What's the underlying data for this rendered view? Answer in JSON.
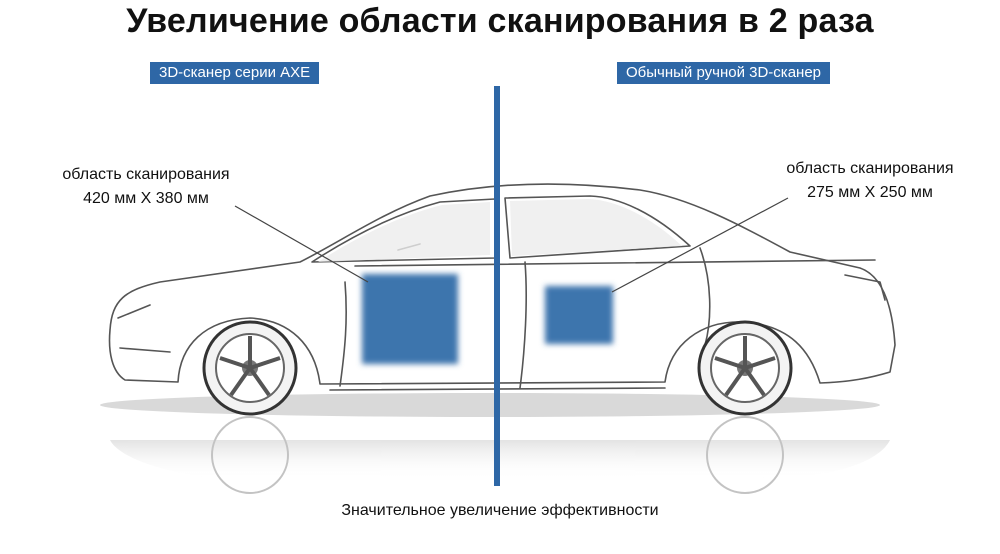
{
  "title": "Увеличение области сканирования в 2 раза",
  "left_badge": "3D-сканер серии AXE",
  "right_badge": "Обычный ручной 3D-сканер",
  "left_callout": {
    "line1": "область сканирования",
    "line2": "420 мм X 380 мм"
  },
  "right_callout": {
    "line1": "область сканирования",
    "line2": "275 мм X 250 мм"
  },
  "bottom_note": "Значительное увеличение эффективности",
  "colors": {
    "accent": "#2e67a6",
    "scan_area": "#3d74ad"
  },
  "icons": {
    "car": "sedan-sketch-illustration"
  }
}
